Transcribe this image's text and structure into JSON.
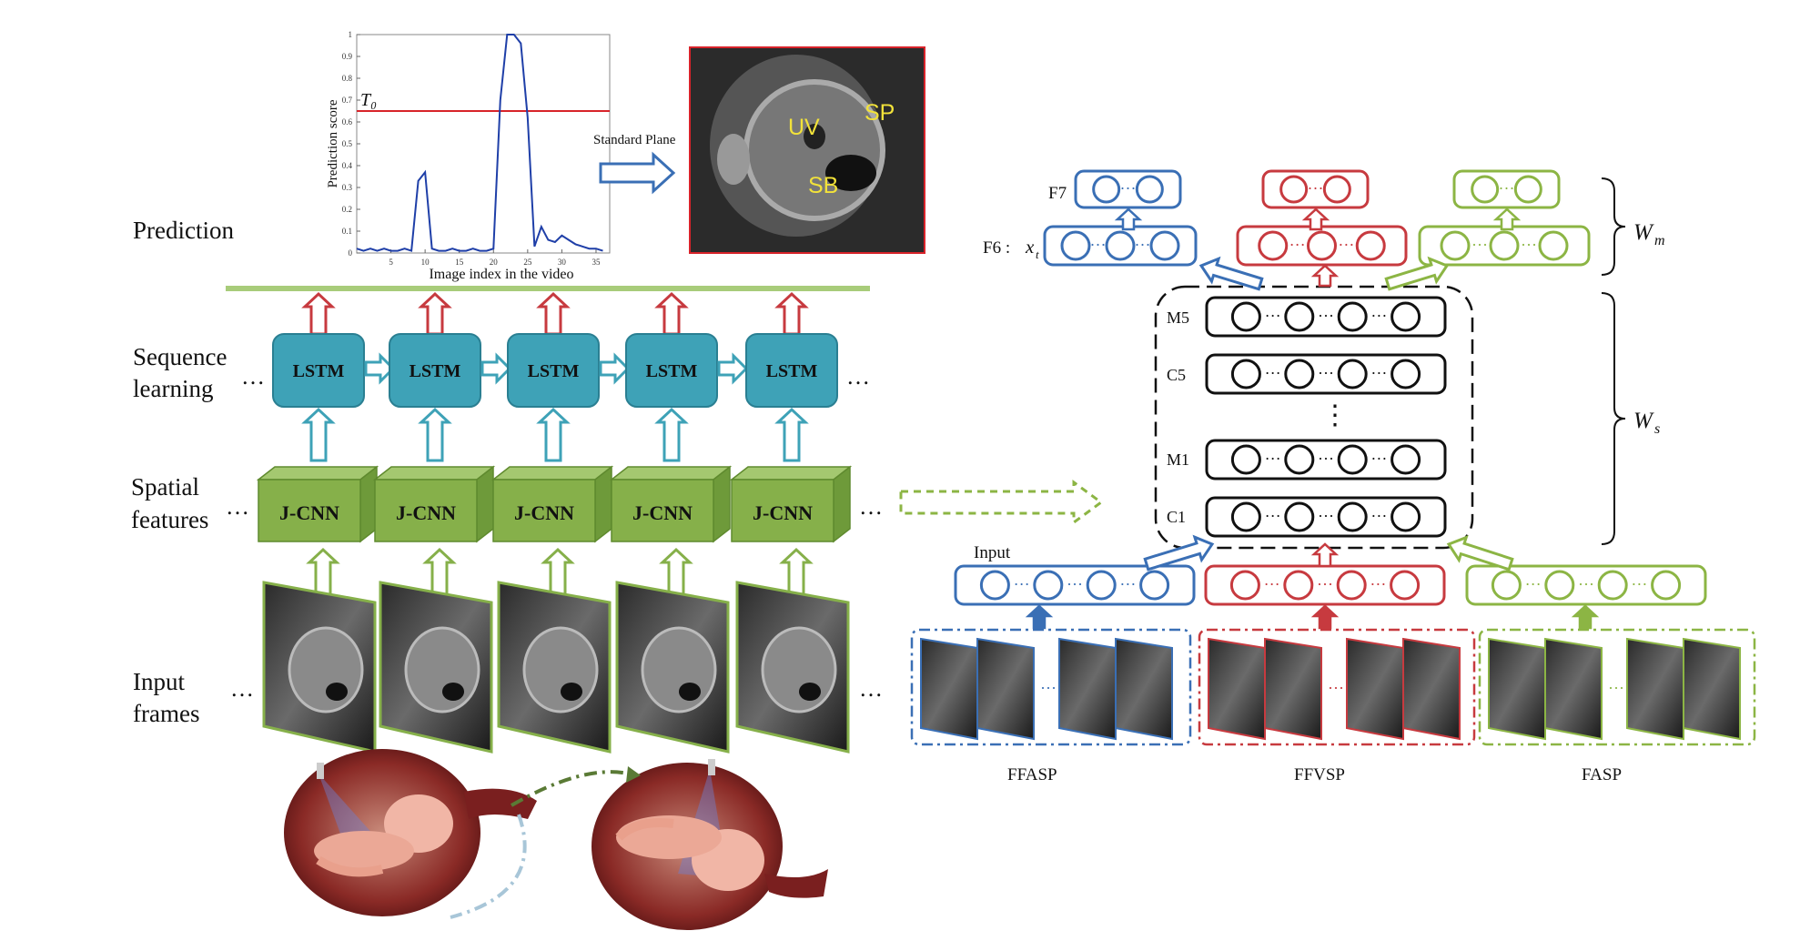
{
  "left_labels": {
    "prediction": "Prediction",
    "sequence_line1": "Sequence",
    "sequence_line2": "learning",
    "spatial_line1": "Spatial",
    "spatial_line2": "features",
    "input_line1": "Input",
    "input_line2": "frames"
  },
  "ellipsis": "…",
  "lstm_label": "LSTM",
  "cnn_label": "J-CNN",
  "chart_data": {
    "type": "line",
    "title": "",
    "xlabel": "Image index in the video",
    "ylabel": "Prediction score",
    "xlim": [
      0,
      37
    ],
    "ylim": [
      0,
      1
    ],
    "xticks": [
      5,
      10,
      15,
      20,
      25,
      30,
      35
    ],
    "yticks": [
      0,
      0.1,
      0.2,
      0.3,
      0.4,
      0.5,
      0.6,
      0.7,
      0.8,
      0.9,
      1
    ],
    "threshold": {
      "label": "T₀",
      "value": 0.65,
      "color": "#d8232a"
    },
    "series": [
      {
        "color": "#1f3fa8",
        "x": [
          0,
          1,
          2,
          3,
          4,
          5,
          6,
          7,
          8,
          9,
          10,
          11,
          12,
          13,
          14,
          15,
          16,
          17,
          18,
          19,
          20,
          21,
          22,
          23,
          24,
          25,
          26,
          27,
          28,
          29,
          30,
          31,
          32,
          33,
          34,
          35,
          36
        ],
        "y": [
          0.02,
          0.01,
          0.02,
          0.01,
          0.02,
          0.01,
          0.01,
          0.02,
          0.01,
          0.33,
          0.37,
          0.02,
          0.01,
          0.01,
          0.02,
          0.01,
          0.01,
          0.02,
          0.01,
          0.01,
          0.02,
          0.7,
          1.0,
          1.0,
          0.96,
          0.62,
          0.03,
          0.12,
          0.06,
          0.05,
          0.08,
          0.06,
          0.04,
          0.03,
          0.02,
          0.02,
          0.01
        ]
      }
    ]
  },
  "arrow_label": "Standard Plane",
  "us_labels": {
    "uv": "UV",
    "sp": "SP",
    "sb": "SB"
  },
  "network": {
    "f7": "F7",
    "f6": "F6 :",
    "f6_var": "x",
    "f6_sub": "t",
    "m5": "M5",
    "c5": "C5",
    "m1": "M1",
    "c1": "C1",
    "input": "Input",
    "wm": "W",
    "wm_sub": "m",
    "ws": "W",
    "ws_sub": "s",
    "vdots": "⋮"
  },
  "datasets": [
    "FFASP",
    "FFVSP",
    "FASP"
  ],
  "colors": {
    "blue": "#3a6fb5",
    "red": "#c73a3f",
    "green": "#8cb544",
    "lstm": "#3ea2b7",
    "cnn": "#86b04a",
    "black": "#111111"
  }
}
